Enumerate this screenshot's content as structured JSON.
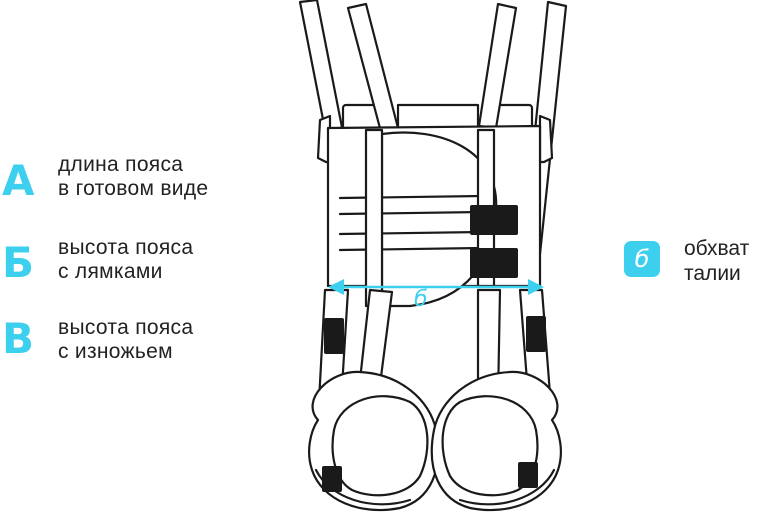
{
  "colors": {
    "accent": "#3dd0ee",
    "line": "#1a1a1a",
    "fill": "#ffffff",
    "strap": "#1a1a1a"
  },
  "legend": [
    {
      "letter": "А",
      "text_line1": "длина пояса",
      "text_line2": "в готовом виде"
    },
    {
      "letter": "Б",
      "text_line1": "высота пояса",
      "text_line2": "с лямками"
    },
    {
      "letter": "В",
      "text_line1": "высота пояса",
      "text_line2": "с изножьем"
    }
  ],
  "measure": {
    "badge_letter": "б",
    "label_line1": "обхват",
    "label_line2": "талии",
    "arrow_letter": "б"
  }
}
